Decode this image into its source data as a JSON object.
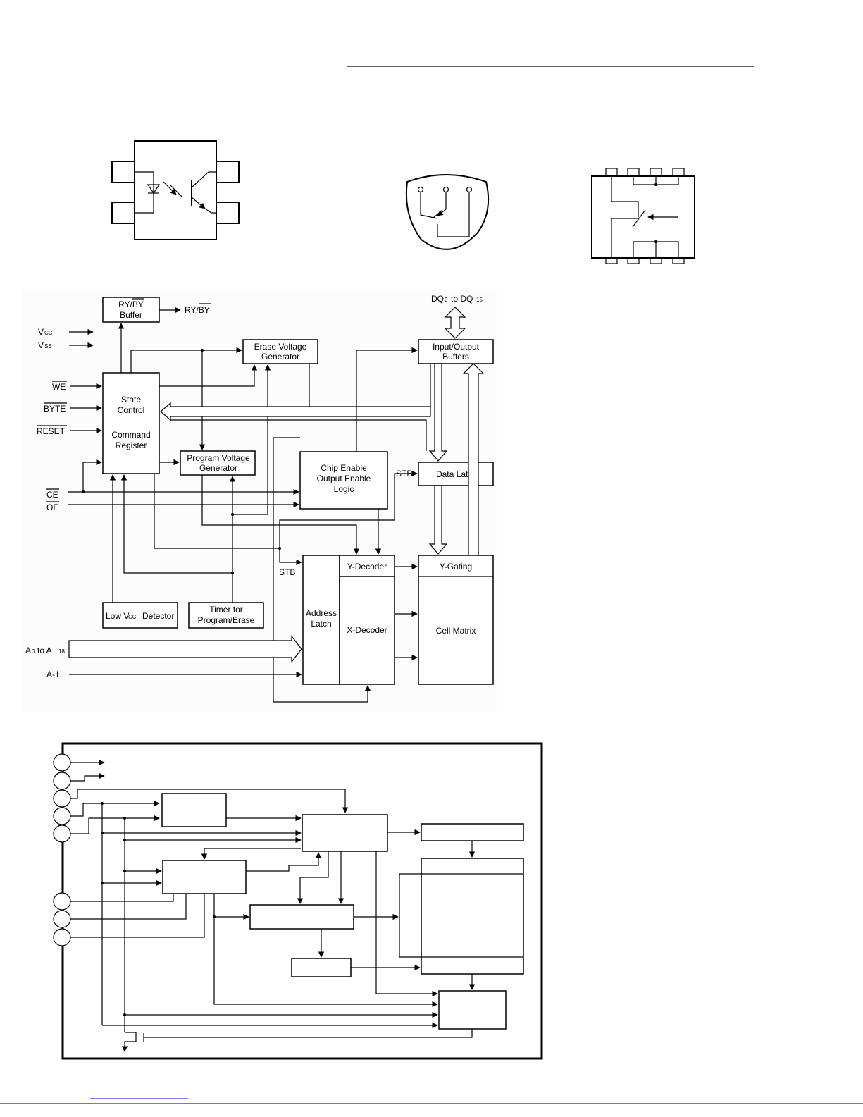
{
  "block_diagram": {
    "rdy_buffer": [
      "RY/BY",
      "Buffer"
    ],
    "rdy_out": "RY/BY",
    "vcc": "V",
    "vcc_sub": "CC",
    "vss": "V",
    "vss_sub": "SS",
    "we": "WE",
    "byte": "BYTE",
    "reset": "RESET",
    "ce": "CE",
    "oe": "OE",
    "state_control": [
      "State",
      "Control",
      "Command",
      "Register"
    ],
    "erase_voltage": [
      "Erase Voltage",
      "Generator"
    ],
    "program_voltage": [
      "Program Voltage",
      "Generator"
    ],
    "chip_enable": [
      "Chip Enable",
      "Output Enable",
      "Logic"
    ],
    "io_buffers": [
      "Input/Output",
      "Buffers"
    ],
    "dq_label_a": "DQ",
    "dq_sub_a": "0",
    "dq_label_to": "to DQ",
    "dq_sub_b": "15",
    "data_latch": "Data Latch",
    "stb": "STB",
    "stb2": "STB",
    "y_decoder": "Y-Decoder",
    "x_decoder": "X-Decoder",
    "address_latch": [
      "Address",
      "Latch"
    ],
    "y_gating": "Y-Gating",
    "cell_matrix": "Cell Matrix",
    "low_vcc": "Low V",
    "low_vcc_sub": "CC",
    "low_vcc_end": "Detector",
    "timer": [
      "Timer for",
      "Program/Erase"
    ],
    "addr_a": "A",
    "addr_a_sub": "0",
    "addr_to": "to A",
    "addr_b_sub": "18",
    "a_minus": "A-1"
  }
}
